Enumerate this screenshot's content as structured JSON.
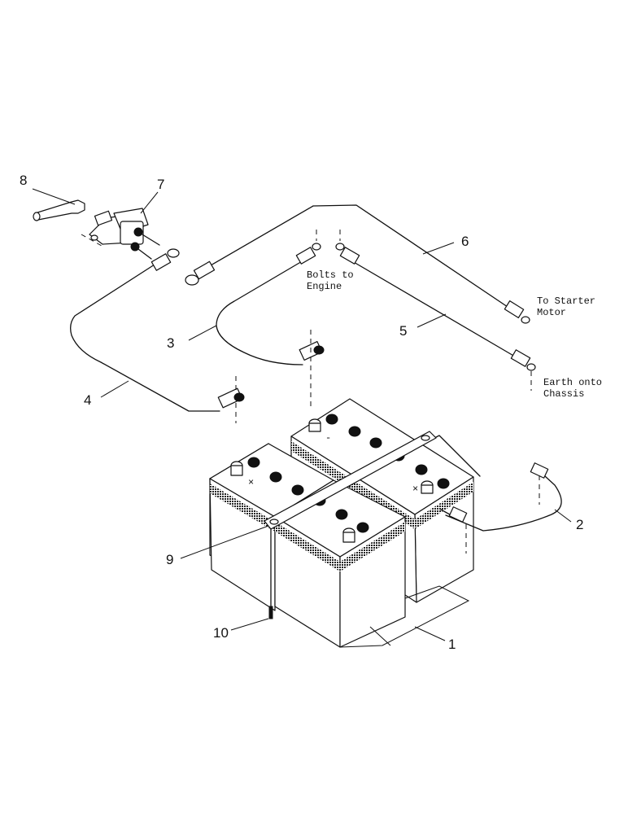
{
  "callouts": {
    "c1": "1",
    "c2": "2",
    "c3": "3",
    "c4": "4",
    "c5": "5",
    "c6": "6",
    "c7": "7",
    "c8": "8",
    "c9": "9",
    "c10": "10"
  },
  "notes": {
    "bolts_line1": "Bolts to",
    "bolts_line2": "Engine",
    "starter_line1": "To Starter",
    "starter_line2": "Motor",
    "earth_line1": "Earth onto",
    "earth_line2": "Chassis"
  }
}
